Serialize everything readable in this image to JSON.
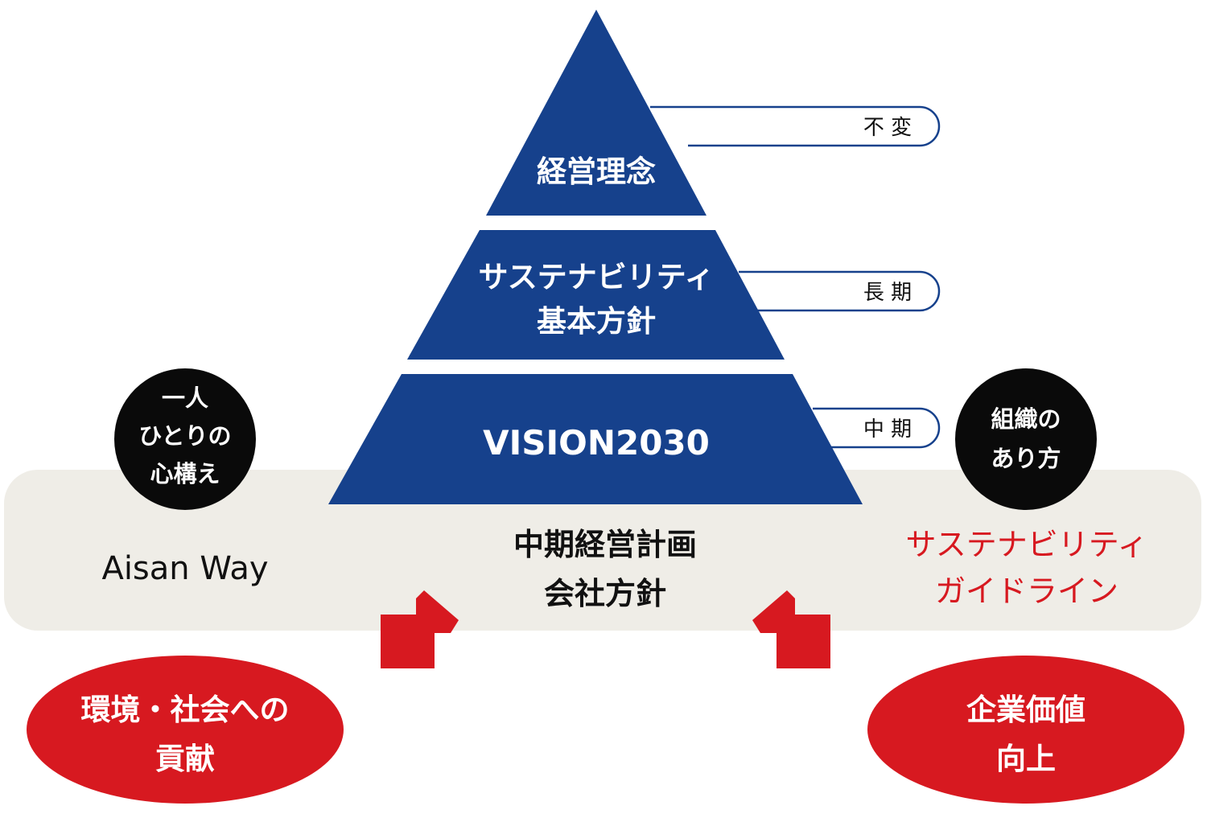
{
  "pyramid": {
    "tier1": {
      "label": "経営理念",
      "term": "不 変"
    },
    "tier2": {
      "label_line1": "サステナビリティ",
      "label_line2": "基本方針",
      "term": "長 期"
    },
    "tier3": {
      "label": "VISION2030",
      "term": "中 期"
    }
  },
  "band": {
    "left_label": "Aisan Way",
    "center_line1": "中期経営計画",
    "center_line2": "会社方針",
    "right_line1": "サステナビリティ",
    "right_line2": "ガイドライン"
  },
  "circles": {
    "left": {
      "line1": "一人",
      "line2": "ひとりの",
      "line3": "心構え"
    },
    "right": {
      "line1": "組織の",
      "line2": "あり方"
    }
  },
  "outcomes": {
    "left": {
      "line1": "環境・社会への",
      "line2": "貢献"
    },
    "right": {
      "line1": "企業価値",
      "line2": "向上"
    }
  },
  "colors": {
    "navy": "#16418c",
    "red": "#d71920",
    "band": "#efede7",
    "black": "#0a0a0a"
  }
}
